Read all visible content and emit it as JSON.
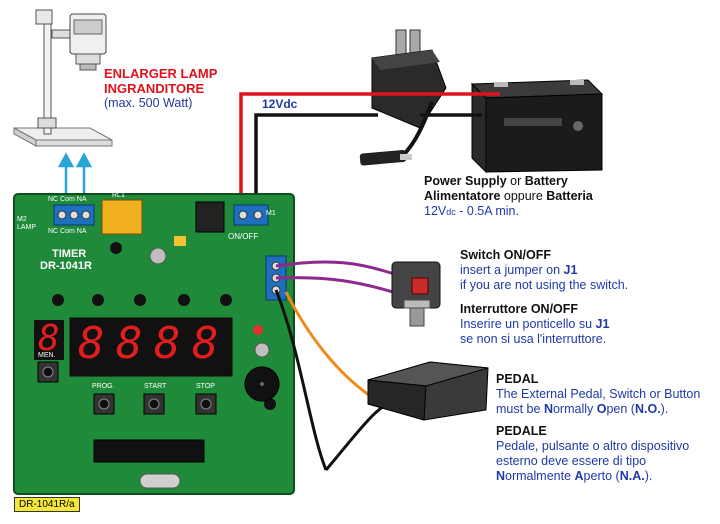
{
  "lamp": {
    "title_line1": "ENLARGER LAMP",
    "title_line2": "INGRANDITORE",
    "note": "(max. 500 Watt)"
  },
  "supply": {
    "voltage": "12Vdc",
    "line1_a": "Power Supply",
    "line1_b": " or ",
    "line1_c": "Battery",
    "line2_a": "Alimentatore",
    "line2_b": " oppure ",
    "line2_c": "Batteria",
    "line3_a": "12V",
    "line3_sub": "dc",
    "line3_b": " - 0.5A min."
  },
  "switch_en": {
    "title": "Switch ON/OFF",
    "line1_a": "insert a jumper on ",
    "line1_b": "J1",
    "line2": "if you are not using the switch."
  },
  "switch_it": {
    "title": "Interruttore ON/OFF",
    "line1_a": "Inserire un ponticello su ",
    "line1_b": "J1",
    "line2": "se non si usa l'interruttore."
  },
  "pedal_en": {
    "title": "PEDAL",
    "line1": "The External Pedal, Switch or Button",
    "line2_a": "must be ",
    "line2_b": "N",
    "line2_c": "ormally ",
    "line2_d": "O",
    "line2_e": "pen (",
    "line2_f": "N.O.",
    "line2_g": ")."
  },
  "pedal_it": {
    "title": "PEDALE",
    "line1": "Pedale, pulsante o altro dispositivo",
    "line2": "esterno deve essere di tipo",
    "line3_a": "N",
    "line3_b": "ormalmente ",
    "line3_c": "A",
    "line3_d": "perto (",
    "line3_e": "N.A.",
    "line3_f": ")."
  },
  "board": {
    "name_line1": "TIMER",
    "name_line2": "DR-1041R",
    "display_digits": [
      "8",
      "8",
      "8",
      "8",
      "8"
    ],
    "button_labels": [
      "MEN.",
      "PROG.",
      "START",
      "STOP"
    ],
    "terminal_left_top": "NC Com NA",
    "terminal_left_side": "M2 LAMP",
    "terminal_left_bottom": "NC Com NA",
    "terminal_right_label": "M1",
    "onoff_label": "ON/OFF",
    "relay_label": "RL1",
    "footer_code": "DR-1041R/a"
  },
  "colors": {
    "pcb": "#1f8a3a",
    "wire_red": "#e0121b",
    "wire_black": "#111111",
    "wire_purple": "#8e2a8e",
    "wire_orange": "#f08a1c",
    "arrow_blue": "#27a5d9",
    "text_red": "#e0121b",
    "text_blue": "#1f3aa6"
  }
}
